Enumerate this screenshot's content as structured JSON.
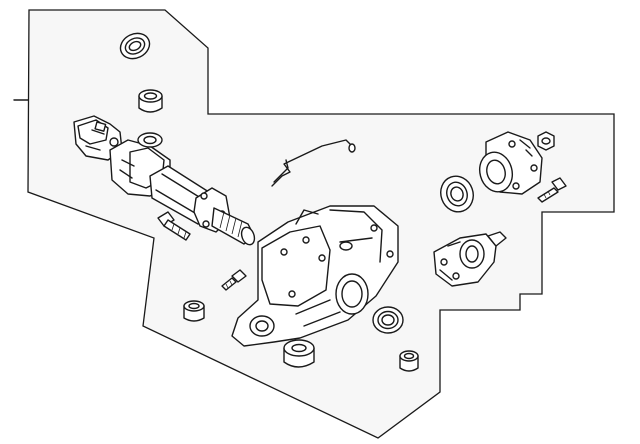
{
  "diagram": {
    "background": "#ffffff",
    "panel_fill": "#f7f7f7",
    "line_color": "#1a1a1a",
    "parts": [
      "seal-ring",
      "bushing",
      "axle-shaft-assembly",
      "bolt",
      "vent-tube",
      "differential-carrier",
      "stud",
      "mount-bushing",
      "oil-seal",
      "flange-yoke",
      "nut",
      "companion-flange",
      "side-seal",
      "side-bushing"
    ]
  }
}
